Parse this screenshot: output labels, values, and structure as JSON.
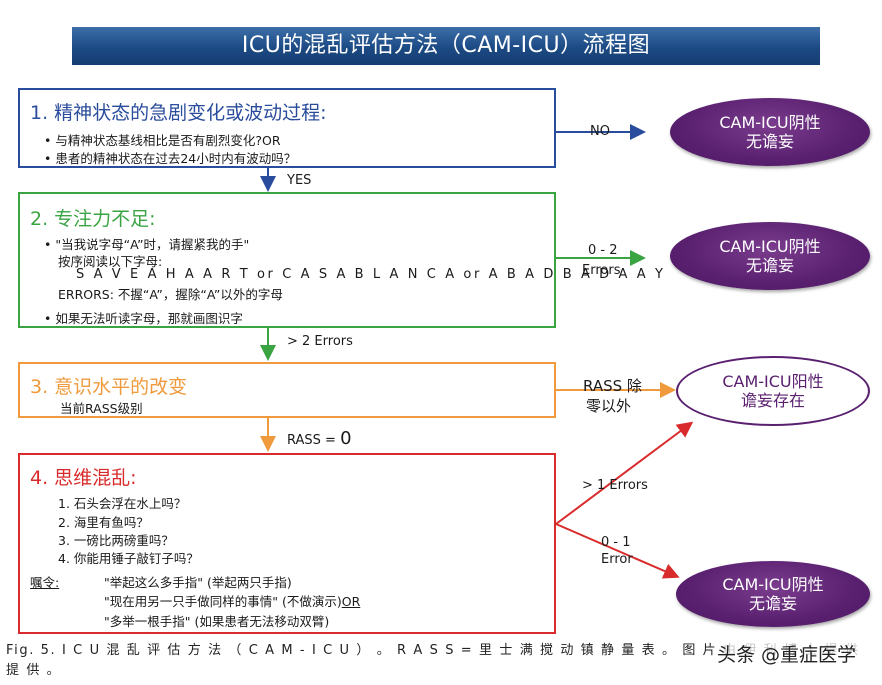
{
  "title": "ICU的混乱评估方法（CAM-ICU）流程图",
  "step1": {
    "heading": "1. 精神状态的急剧变化或波动过程:",
    "bullet1": "• 与精神状态基线相比是否有剧烈变化?OR",
    "bullet2": "• 患者的精神状态在过去24小时内有波动吗？"
  },
  "step2": {
    "heading": "2. 专注力不足:",
    "l1": "• \"当我说字母“A”时，请握紧我的手\"",
    "l2": "按序阅读以下字母:",
    "l3": "S A V E A H A A R T  or  C A S A B L A N C A  or  A B A D B A D A A Y",
    "l4": "ERRORS: 不握“A”，握除“A”以外的字母",
    "l5": "• 如果无法听读字母，那就画图识字"
  },
  "step3": {
    "heading": "3. 意识水平的改变",
    "l1": "当前RASS级别"
  },
  "step4": {
    "heading": "4. 思维混乱:",
    "q1": "1. 石头会浮在水上吗？",
    "q2": "2. 海里有鱼吗？",
    "q3": "3. 一磅比两磅重吗？",
    "q4": "4. 你能用锤子敲钉子吗？",
    "cmd_label": "嘱令:",
    "c1": "\"举起这么多手指\" (举起两只手指)",
    "c2a": "\"现在用另一只手做同样的事情\" (不做演示)",
    "c2b": "OR",
    "c3": "\"多举一根手指\" (如果患者无法移动双臂)"
  },
  "labels": {
    "no": "NO",
    "yes": "YES",
    "err02": "0 - 2",
    "errors": "Errors",
    "gt2": "> 2 Errors",
    "rass_nonzero_1": "RASS 除",
    "rass_nonzero_2": "零以外",
    "rass0": "RASS  =",
    "rass0_val": "0",
    "gt1": "> 1 Errors",
    "err01": "0 - 1",
    "error": "Error"
  },
  "outcomes": {
    "o1_l1": "CAM-ICU阴性",
    "o1_l2": "无谵妄",
    "o2_l1": "CAM-ICU阴性",
    "o2_l2": "无谵妄",
    "o3_l1": "CAM-ICU阳性",
    "o3_l2": "谵妄存在",
    "o4_l1": "CAM-ICU阴性",
    "o4_l2": "无谵妄"
  },
  "caption": "Fig. 5. I C U 混 乱 评 估 方 法 （ C A M - I C U ） 。 R A S S = 里 士 满 搅 动 镇 静 量 表 。 图 片 由 伊 利 博 士 提 供 提 供 。",
  "watermark": "头条 @重症医学",
  "colors": {
    "blue": "#2a4c9c",
    "green": "#3aa443",
    "orange": "#ef9a3c",
    "red": "#d92b2b",
    "purple": "#5a2070"
  }
}
